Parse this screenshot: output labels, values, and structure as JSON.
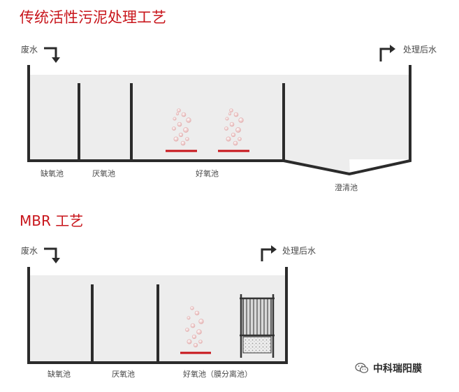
{
  "colors": {
    "accent": "#c8151b",
    "water": "#ededed",
    "wall": "#2b2b2b",
    "label": "#4a4a4a",
    "bubble": "#e6b6b6"
  },
  "traditional": {
    "title": "传统活性污泥处理工艺",
    "inlet_label": "废水",
    "outlet_label": "处理后水",
    "tanks": {
      "anoxic": "缺氧池",
      "anaerobic": "厌氧池",
      "aerobic": "好氧池",
      "clarifier": "澄清池"
    }
  },
  "mbr": {
    "title": "MBR 工艺",
    "inlet_label": "废水",
    "outlet_label": "处理后水",
    "tanks": {
      "anoxic": "缺氧池",
      "anaerobic": "厌氧池",
      "aerobic": "好氧池（膜分离池）"
    }
  },
  "watermark": {
    "text": "中科瑞阳膜",
    "icon": "wechat-icon"
  }
}
